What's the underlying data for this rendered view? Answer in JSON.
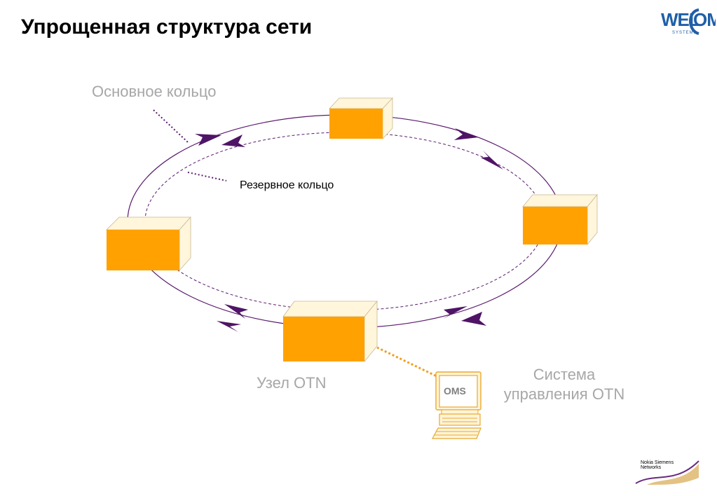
{
  "title": "Упрощенная структура сети",
  "labels": {
    "main_ring": "Основное кольцо",
    "reserve_ring": "Резервное кольцо",
    "node": "Узел OTN",
    "system_line1": "Система",
    "system_line2": "управления OTN"
  },
  "computer": {
    "screen_text": "OMS"
  },
  "logos": {
    "welcom": "WELCOM",
    "welcom_sub": "SYSTEMS",
    "nsn_line1": "Nokia Siemens",
    "nsn_line2": "Networks"
  },
  "colors": {
    "node_fill": "#ffa100",
    "node_side": "#fff6dc",
    "ring": "#5a1a6e",
    "arrow": "#4f1466",
    "label_gray": "#a7a7a7",
    "accent_orange": "#f0a020",
    "welcom_blue": "#1f5fa8"
  }
}
